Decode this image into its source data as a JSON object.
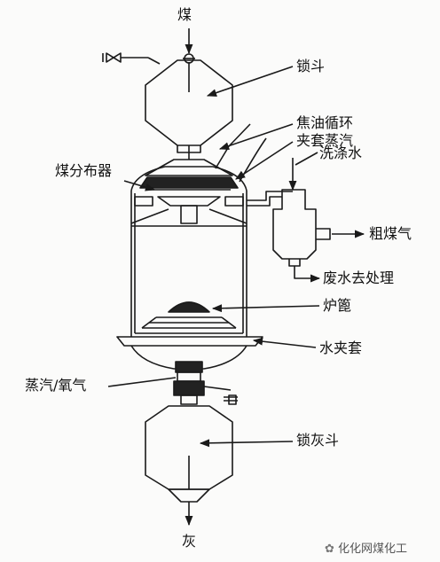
{
  "diagram": {
    "labels": {
      "coal": "煤",
      "lock_hopper": "锁斗",
      "tar_recycle": "焦油循环",
      "jacket_steam": "夹套蒸汽",
      "wash_water": "洗涤水",
      "coal_distributor": "煤分布器",
      "raw_gas": "粗煤气",
      "waste_water": "废水去处理",
      "grate": "炉篦",
      "water_jacket": "水夹套",
      "steam_oxygen": "蒸汽/氧气",
      "ash_lock_hopper": "锁灰斗",
      "ash": "灰"
    },
    "watermark": "化化网煤化工",
    "colors": {
      "line": "#1a1a1a",
      "fill_dark": "#222222",
      "background": "#fbfbfa"
    }
  }
}
